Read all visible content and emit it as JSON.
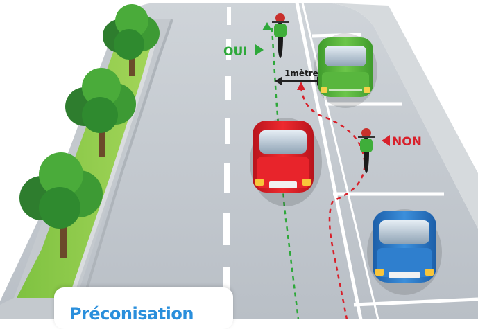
{
  "labels": {
    "oui": "OUI",
    "non": "NON",
    "distance": "1mètre"
  },
  "card": {
    "title": "Préconisation"
  },
  "colors": {
    "oui_green": "#2ea83a",
    "non_red": "#d8202a",
    "card_title_blue": "#2a8fdc"
  }
}
